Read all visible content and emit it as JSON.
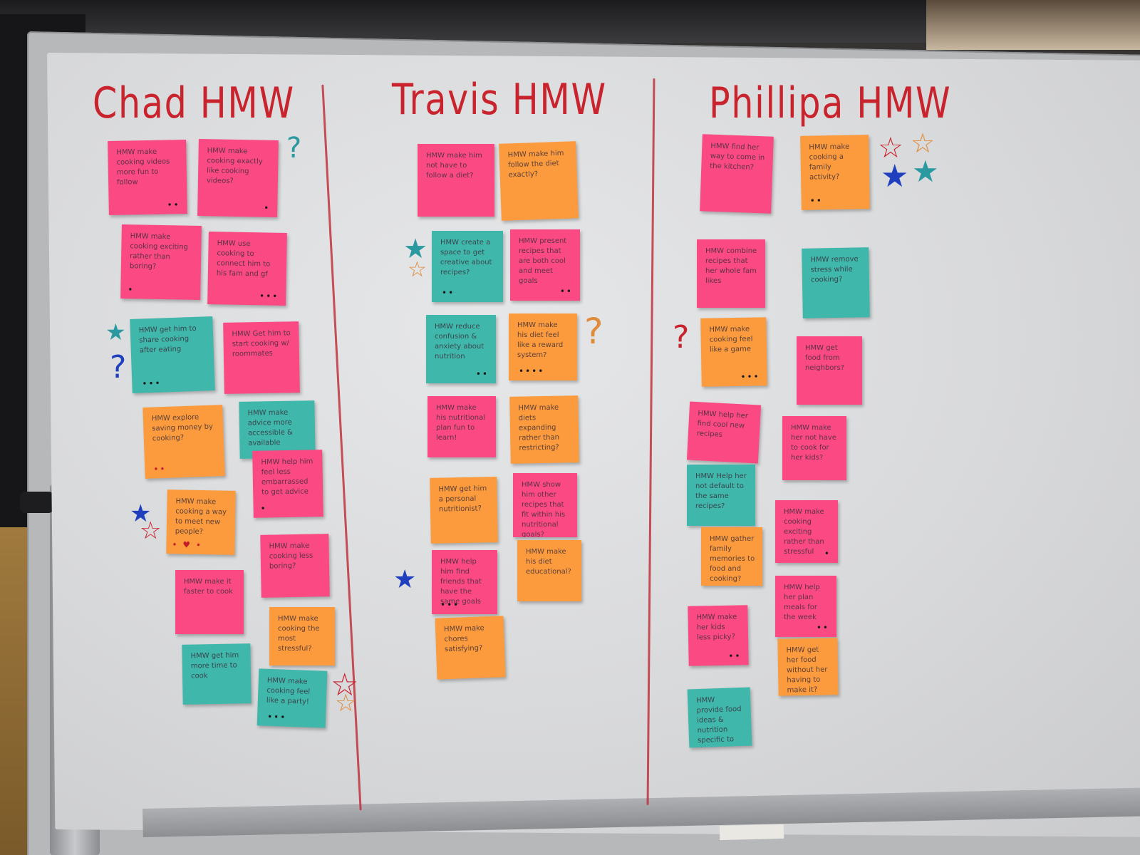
{
  "headings": {
    "chad": "Chad HMW",
    "travis": "Travis HMW",
    "phillipa": "Phillipa HMW"
  },
  "colors": {
    "pink": "#fb4a83",
    "orange": "#fb9b3d",
    "teal": "#3fb7ab",
    "marker_red": "#c9242e",
    "marker_blue": "#1f3fbf"
  },
  "notes": {
    "chad": [
      {
        "text": "HMW make cooking videos more fun to follow"
      },
      {
        "text": "HMW make cooking exactly like cooking videos?"
      },
      {
        "text": "HMW make cooking exciting rather than boring?"
      },
      {
        "text": "HMW use cooking to connect him to his fam and gf"
      },
      {
        "text": "HMW get him to share cooking after eating"
      },
      {
        "text": "HMW Get him to start cooking w/ roommates"
      },
      {
        "text": "HMW explore saving money by cooking?"
      },
      {
        "text": "HMW make advice more accessible & available"
      },
      {
        "text": "HMW help him feel less embarrassed to get advice"
      },
      {
        "text": "HMW make cooking a way to meet new people?"
      },
      {
        "text": "HMW make cooking less boring?"
      },
      {
        "text": "HMW make it faster to cook"
      },
      {
        "text": "HMW make cooking the most stressful?"
      },
      {
        "text": "HMW get him more time to cook"
      },
      {
        "text": "HMW make cooking feel like a party!"
      }
    ],
    "travis": [
      {
        "text": "HMW make him not have to follow a diet?"
      },
      {
        "text": "HMW make him follow the diet exactly?"
      },
      {
        "text": "HMW create a space to get creative about recipes?"
      },
      {
        "text": "HMW present recipes that are both cool and meet goals"
      },
      {
        "text": "HMW reduce confusion & anxiety about nutrition"
      },
      {
        "text": "HMW make his diet feel like a reward system?"
      },
      {
        "text": "HMW make his nutritional plan fun to learn!"
      },
      {
        "text": "HMW make diets expanding rather than restricting?"
      },
      {
        "text": "HMW get him a personal nutritionist?"
      },
      {
        "text": "HMW show him other recipes that fit within his nutritional goals?"
      },
      {
        "text": "HMW help him find friends that have the same goals"
      },
      {
        "text": "HMW make his diet educational?"
      },
      {
        "text": "HMW make chores satisfying?"
      }
    ],
    "phillipa": [
      {
        "text": "HMW find her way to come in the kitchen?"
      },
      {
        "text": "HMW make cooking a family activity?"
      },
      {
        "text": "HMW combine recipes that her whole fam likes"
      },
      {
        "text": "HMW remove stress while cooking?"
      },
      {
        "text": "HMW make cooking feel like a game"
      },
      {
        "text": "HMW get food from neighbors?"
      },
      {
        "text": "HMW help her find cool new recipes"
      },
      {
        "text": "HMW make her not have to cook for her kids?"
      },
      {
        "text": "HMW Help her not default to the same recipes?"
      },
      {
        "text": "HMW make cooking exciting rather than stressful"
      },
      {
        "text": "HMW gather family memories to food and cooking?"
      },
      {
        "text": "HMW help her plan meals for the week"
      },
      {
        "text": "HMW make her kids less picky?"
      },
      {
        "text": "HMW get her food without her having to make it?"
      },
      {
        "text": "HMW provide food ideas & nutrition specific to that person type?"
      }
    ]
  },
  "marks": {
    "question": "?",
    "star": "★",
    "star_outline": "☆"
  }
}
